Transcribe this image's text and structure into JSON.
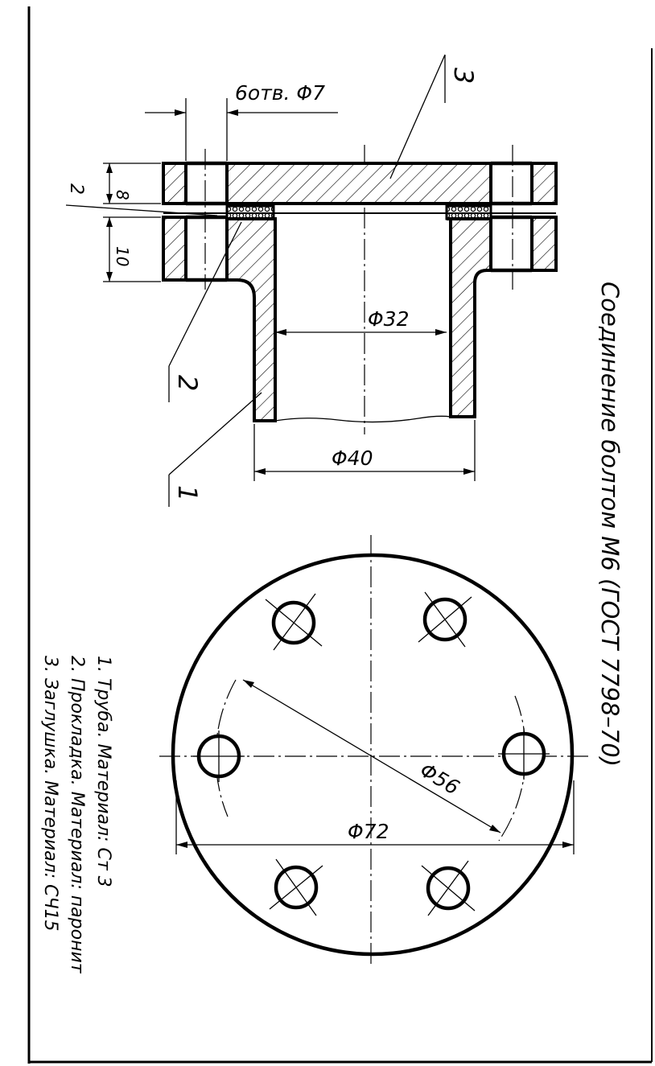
{
  "title": "Соединение болтом М6 (ГОСТ 7798–70)",
  "dimensions": {
    "holes": "6отв. Φ7",
    "plug_thickness": "8",
    "flange_thickness": "10",
    "bore": "Φ32",
    "tube_outer": "Φ40",
    "bolt_circle": "Φ56",
    "flange_outer": "Φ72"
  },
  "callouts": {
    "pipe": "1",
    "gasket": "2",
    "gasket_left": "2",
    "plug": "3"
  },
  "parts_list": [
    "1. Труба. Материал: Ст 3",
    "2. Прокладка. Материал: паронит",
    "3. Заглушка. Материал: СЧ15"
  ]
}
